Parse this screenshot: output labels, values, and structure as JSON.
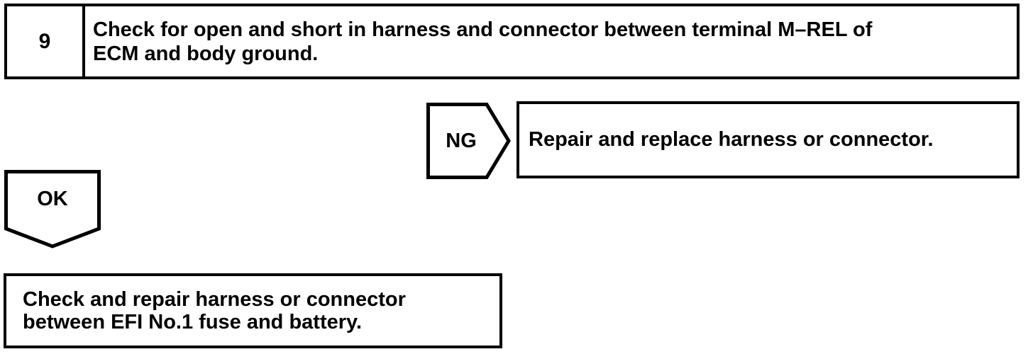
{
  "colors": {
    "ink": "#000000",
    "paper": "#ffffff"
  },
  "step": {
    "number": "9",
    "instruction_lines": [
      "Check for open and short in harness and connector between terminal M–REL of",
      "ECM and body ground."
    ]
  },
  "ng_branch": {
    "label": "NG",
    "result_lines": [
      "Repair and replace harness or connector."
    ]
  },
  "ok_branch": {
    "label": "OK",
    "result_lines": [
      "Check and repair harness or connector",
      "between EFI No.1 fuse and battery."
    ]
  }
}
